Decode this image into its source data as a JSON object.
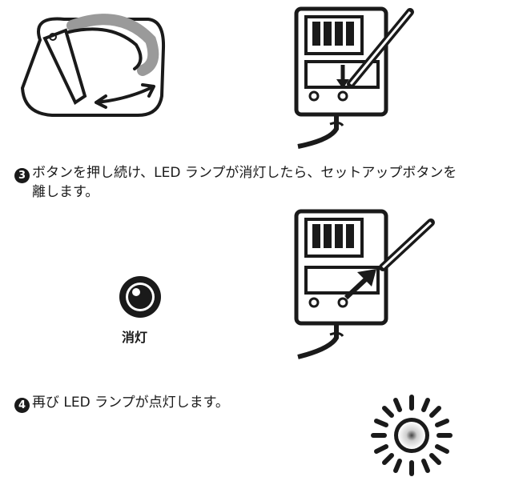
{
  "steps": [
    {
      "number": "3",
      "text_line1": "ボタンを押し続け、LED ランプが消灯したら、セットアップボタンを",
      "text_line2": "離します。"
    },
    {
      "number": "4",
      "text": "再び LED ランプが点灯します。"
    }
  ],
  "indicators": {
    "off_label": "消灯"
  },
  "colors": {
    "ink": "#1a1a1a",
    "gray": "#9a9a9a"
  }
}
